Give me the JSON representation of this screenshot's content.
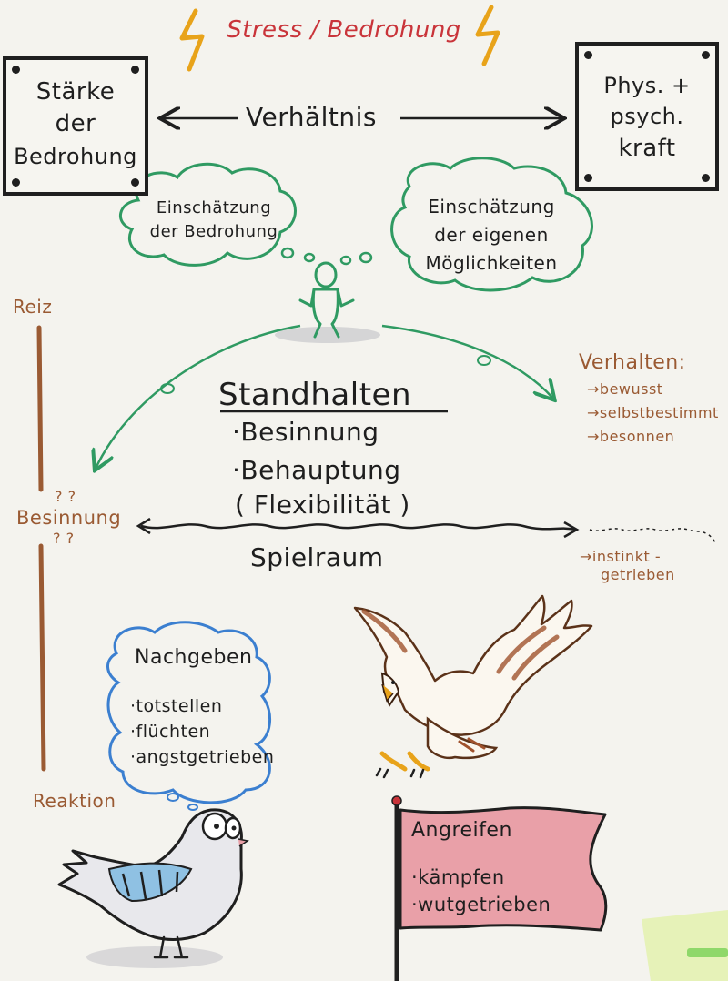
{
  "title": "Stress / Bedrohung",
  "boxes": {
    "left": {
      "line1": "Stärke",
      "line2": "der",
      "line3": "Bedrohung"
    },
    "right": {
      "line1": "Phys. +",
      "line2": "psych.",
      "line3": "kraft"
    }
  },
  "relation": "Verhältnis",
  "clouds": {
    "left": {
      "line1": "Einschätzung",
      "line2": "der Bedrohung"
    },
    "right": {
      "line1": "Einschätzung",
      "line2": "der eigenen",
      "line3": "Möglichkeiten"
    },
    "yield": {
      "title": "Nachgeben",
      "items": [
        "·totstellen",
        "·flüchten",
        "·angstgetrieben"
      ]
    }
  },
  "center": {
    "title": "Standhalten",
    "items": [
      "·Besinnung",
      "·Behauptung",
      "( Flexibilität )"
    ]
  },
  "timeline": {
    "top": "Reiz",
    "middle": "Besinnung",
    "marks_top": "? ?",
    "marks_bottom": "? ?",
    "bottom": "Reaktion"
  },
  "behavior": {
    "title": "Verhalten:",
    "items": [
      "→bewusst",
      "→selbstbestimmt",
      "→besonnen"
    ]
  },
  "instinct": {
    "line1": "→instinkt -",
    "line2": "getrieben"
  },
  "spielraum": "Spielraum",
  "flag": {
    "title": "Angreifen",
    "items": [
      "·kämpfen",
      "·wutgetrieben"
    ]
  },
  "colors": {
    "red": "#c9343a",
    "green": "#2f9a62",
    "blue": "#3b7fd0",
    "brown": "#9a5a33",
    "orange": "#e8a31a",
    "flag": "#e9a0a8"
  }
}
